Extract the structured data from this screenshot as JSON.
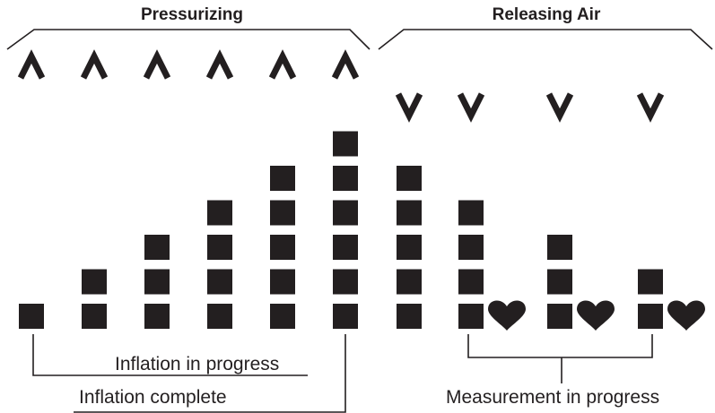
{
  "phases": {
    "pressurizing_label": "Pressurizing",
    "releasing_label": "Releasing Air"
  },
  "captions": {
    "inflation_in_progress": "Inflation in progress",
    "inflation_complete": "Inflation complete",
    "measurement_in_progress": "Measurement in progress"
  },
  "sequence": [
    {
      "step": 1,
      "bars": 1,
      "arrow": "up",
      "heart": false
    },
    {
      "step": 2,
      "bars": 2,
      "arrow": "up",
      "heart": false
    },
    {
      "step": 3,
      "bars": 3,
      "arrow": "up",
      "heart": false
    },
    {
      "step": 4,
      "bars": 4,
      "arrow": "up",
      "heart": false
    },
    {
      "step": 5,
      "bars": 5,
      "arrow": "up",
      "heart": false
    },
    {
      "step": 6,
      "bars": 6,
      "arrow": "up",
      "heart": false
    },
    {
      "step": 7,
      "bars": 5,
      "arrow": "down",
      "heart": false
    },
    {
      "step": 8,
      "bars": 4,
      "arrow": "down",
      "heart": true
    },
    {
      "step": 9,
      "bars": 3,
      "arrow": "down",
      "heart": true
    },
    {
      "step": 10,
      "bars": 2,
      "arrow": "down",
      "heart": true
    }
  ],
  "colors": {
    "ink": "#231f20",
    "background": "#ffffff"
  },
  "icons": {
    "up": "up-arrow-icon",
    "down": "down-arrow-icon",
    "segment": "bar-segment-icon",
    "heart": "heart-icon"
  }
}
